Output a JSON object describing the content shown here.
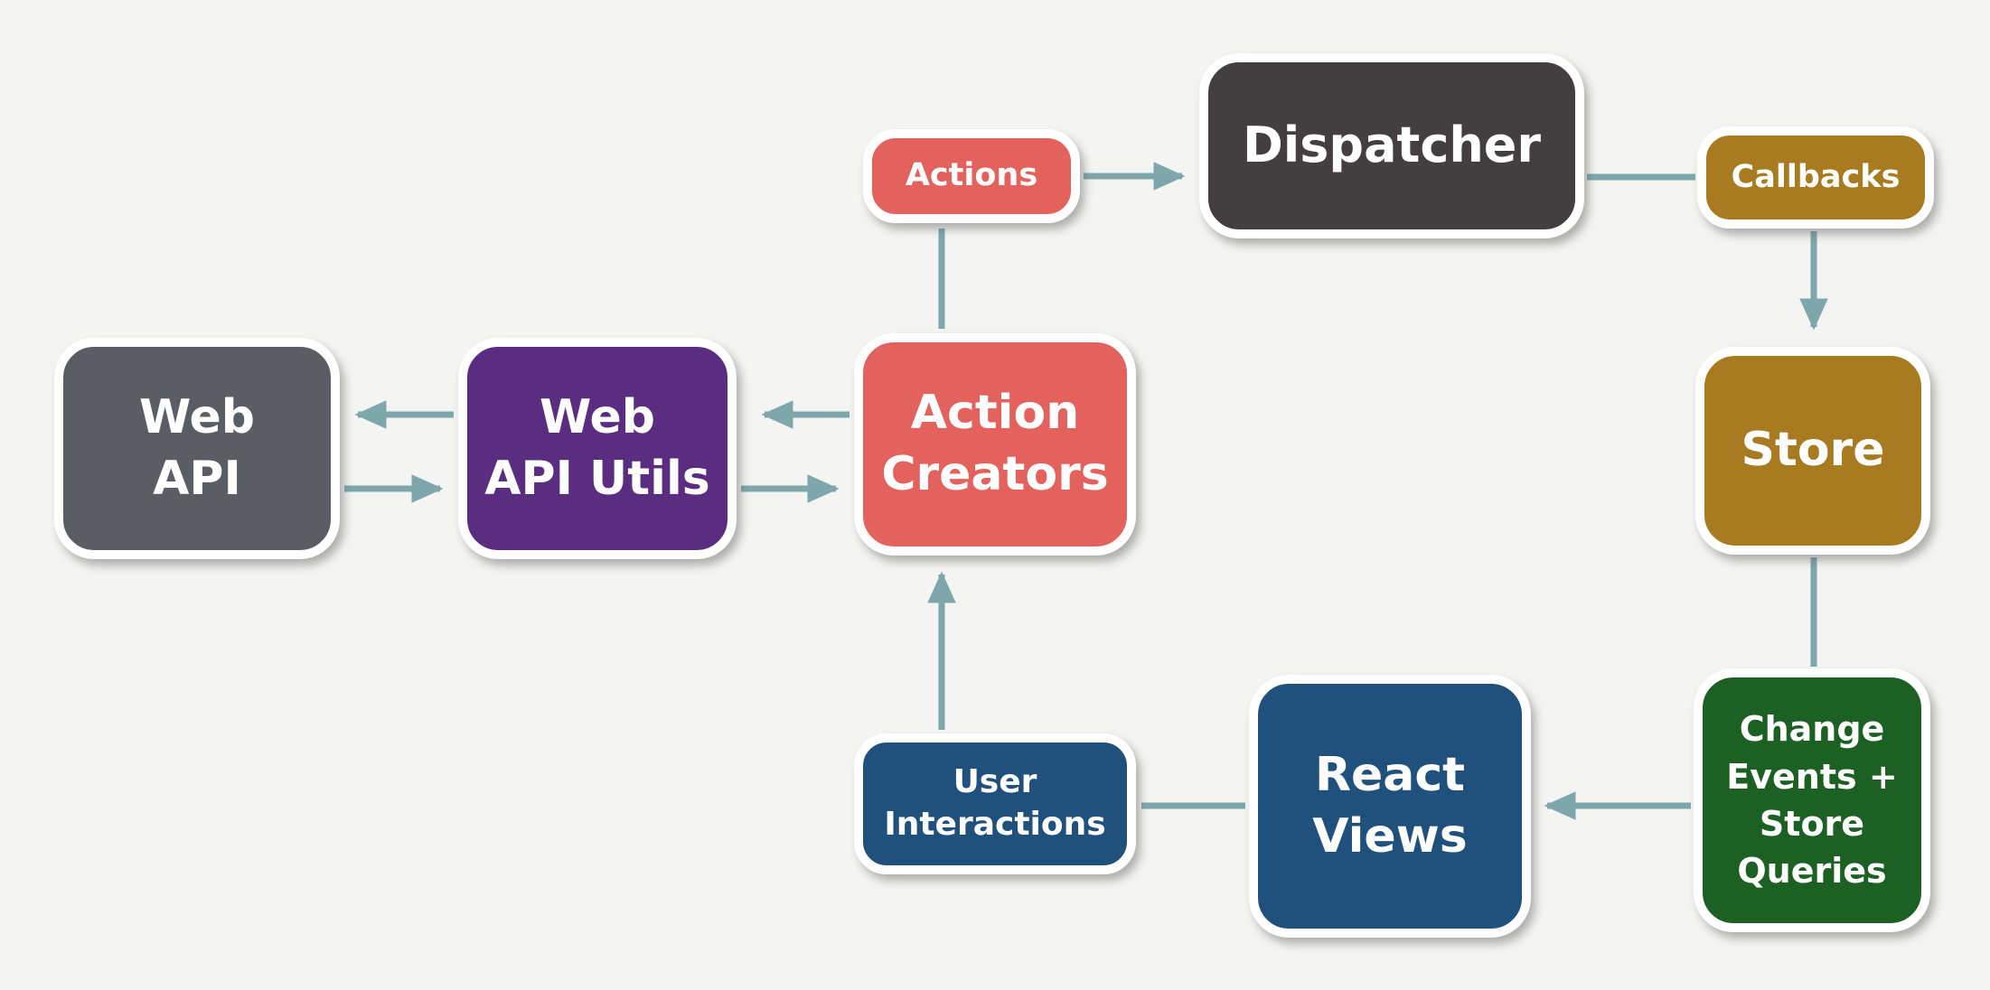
{
  "diagram": {
    "type": "flow-diagram",
    "description": "Flux application architecture data-flow diagram",
    "colors": {
      "background": "#f4f4f2",
      "arrow": "#7ea7ab",
      "node_border": "#ffffff",
      "node_text": "#ffffff",
      "salmon": "#e4625d",
      "dark_gray": "#433f40",
      "slate_gray": "#5a5e64",
      "purple": "#5b2d80",
      "gold": "#a87b21",
      "green": "#1c6023",
      "blue": "#20517d"
    },
    "nodes": {
      "actions": {
        "label": "Actions",
        "color": "#e4625d"
      },
      "dispatcher": {
        "label": "Dispatcher",
        "color": "#433f40"
      },
      "callbacks": {
        "label": "Callbacks",
        "color": "#a87b21"
      },
      "web_api": {
        "label": "Web\nAPI",
        "color": "#5a5e64"
      },
      "web_api_utils": {
        "label": "Web\nAPI Utils",
        "color": "#5b2d80"
      },
      "action_creators": {
        "label": "Action\nCreators",
        "color": "#e4625d"
      },
      "store": {
        "label": "Store",
        "color": "#a87b21"
      },
      "change_events": {
        "label": "Change\nEvents +\nStore\nQueries",
        "color": "#1c6023"
      },
      "react_views": {
        "label": "React\nViews",
        "color": "#20517d"
      },
      "user_interactions": {
        "label": "User\nInteractions",
        "color": "#20517d"
      }
    },
    "edges": [
      {
        "from": "actions",
        "to": "dispatcher",
        "arrowhead": true
      },
      {
        "from": "action_creators",
        "to": "actions",
        "arrowhead": false
      },
      {
        "from": "dispatcher",
        "to": "callbacks",
        "arrowhead": false
      },
      {
        "from": "callbacks",
        "to": "store",
        "arrowhead": true
      },
      {
        "from": "store",
        "to": "change_events",
        "arrowhead": false
      },
      {
        "from": "change_events",
        "to": "react_views",
        "arrowhead": true
      },
      {
        "from": "react_views",
        "to": "user_interactions",
        "arrowhead": false
      },
      {
        "from": "user_interactions",
        "to": "action_creators",
        "arrowhead": true
      },
      {
        "from": "action_creators",
        "to": "web_api_utils",
        "arrowhead": true
      },
      {
        "from": "web_api_utils",
        "to": "action_creators",
        "arrowhead": true
      },
      {
        "from": "web_api_utils",
        "to": "web_api",
        "arrowhead": true
      },
      {
        "from": "web_api",
        "to": "web_api_utils",
        "arrowhead": true
      }
    ]
  }
}
